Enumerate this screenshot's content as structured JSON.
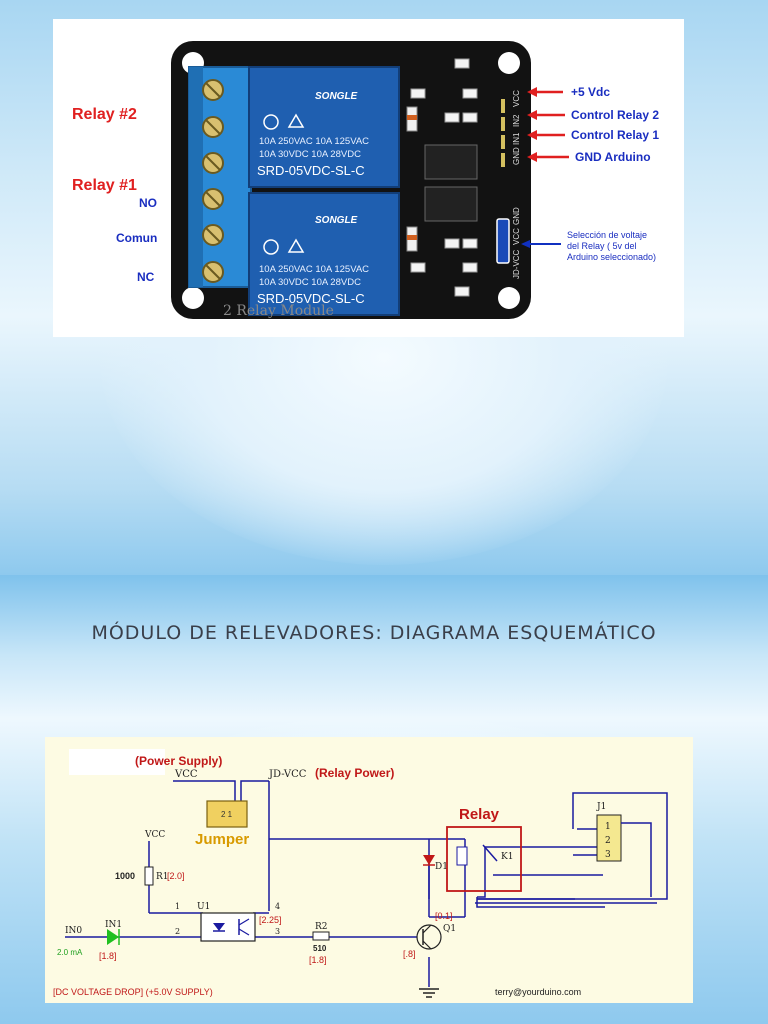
{
  "slide": {
    "title": "MÓDULO DE RELEVADORES: DIAGRAMA ESQUEMÁTICO"
  },
  "photo": {
    "left_labels": {
      "relay2": "Relay #2",
      "relay1": "Relay #1",
      "no": "NO",
      "comun": "Comun",
      "nc": "NC"
    },
    "right_labels": {
      "vdc": "+5 Vdc",
      "control2": "Control Relay 2",
      "control1": "Control Relay 1",
      "gnd": "GND Arduino"
    },
    "jumper_note": [
      "Selección de voltaje",
      "del Relay ( 5v del",
      "Arduino seleccionado)"
    ],
    "relay_text": {
      "brand": "SONGLE",
      "line1": "10A 250VAC  10A 125VAC",
      "line2": "10A 30VDC   10A 28VDC",
      "model": "SRD-05VDC-SL-C"
    },
    "board_text": {
      "bottom": "2 Relay Module",
      "pins_top": [
        "VCC",
        "IN2",
        "IN1",
        "GND"
      ],
      "pins_bottom": [
        "JD-VCC",
        "VCC",
        "GND"
      ]
    },
    "colors": {
      "arrow_red": "#e02020",
      "arrow_blue": "#1030c0",
      "label_red": "#e02020",
      "label_blue": "#1a2ec0",
      "relay_blue": "#1f5fb0",
      "terminal_blue": "#2a8ad6"
    }
  },
  "schematic": {
    "power_supply": "(Power Supply)",
    "vcc_top": "VCC",
    "jd_vcc": "JD-VCC",
    "relay_power": "(Relay Power)",
    "jumper_label": "Jumper",
    "jumper_pins": "2  1",
    "vcc_left": "VCC",
    "r1_value": "1000",
    "r1_name": "R1",
    "r1_volt": "[2.0]",
    "u1": "U1",
    "pin1": "1",
    "pin2": "2",
    "pin3": "3",
    "pin4": "4",
    "u1_volt": "[2.25]",
    "in0": "IN0",
    "in1": "IN1",
    "current": "2.0 mA",
    "in1_volt": "[1.8]",
    "r2_name": "R2",
    "r2_value": "510",
    "r2_volt": "[1.8]",
    "q1": "Q1",
    "q1_volt_top": "[0.1]",
    "q1_volt_base": "[.8]",
    "d1": "D1",
    "relay_label": "Relay",
    "k1": "K1",
    "j1": "J1",
    "j1_pins": [
      "1",
      "2",
      "3"
    ],
    "footer_left": "[DC VOLTAGE DROP]  (+5.0V SUPPLY)",
    "footer_right": "terry@yourduino.com",
    "colors": {
      "wire": "#1a1aa0",
      "red_label": "#c01818",
      "jumper": "#d89a00",
      "led_green": "#20c020",
      "j1_fill": "#f4e890"
    }
  }
}
